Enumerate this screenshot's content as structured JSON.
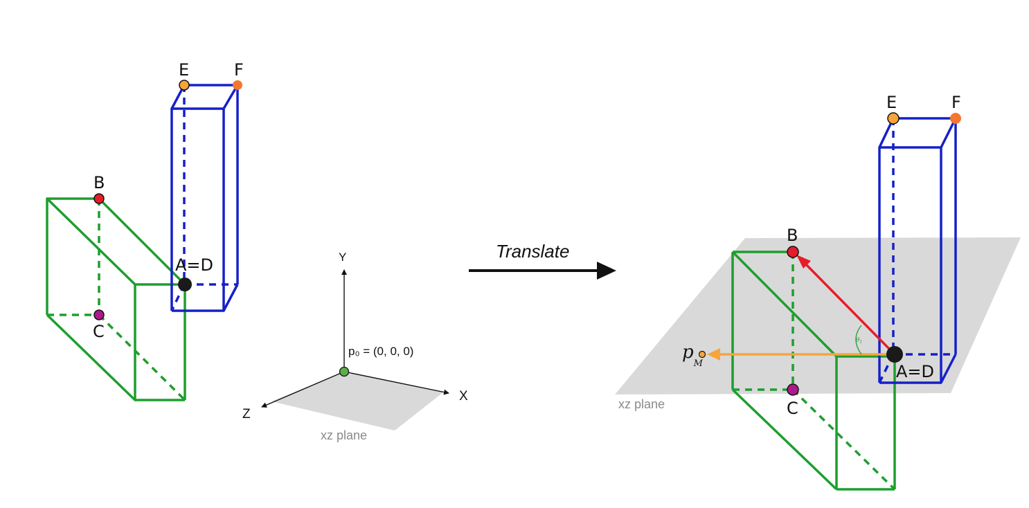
{
  "colors": {
    "green": "#1e9e2e",
    "blue": "#1520c8",
    "red": "#e51d2a",
    "orange_arrow": "#f7a43a",
    "point_E": "#f7a43a",
    "point_F": "#f5762e",
    "point_B": "#e51d2a",
    "point_C": "#b0198a",
    "point_AD": "#1a1a1a",
    "origin": "#5aae4a",
    "plane": "#d9d9d9"
  },
  "left_diagram": {
    "labels": {
      "E": "E",
      "F": "F",
      "B": "B",
      "C": "C",
      "AD": "A=D"
    }
  },
  "axes": {
    "y_label": "Y",
    "x_label": "X",
    "z_label": "Z",
    "origin_label": "p₀ = (0, 0, 0)",
    "plane_label": "xz plane"
  },
  "transition": {
    "label": "Translate"
  },
  "right_diagram": {
    "labels": {
      "E": "E",
      "F": "F",
      "B": "B",
      "C": "C",
      "AD": "A=D",
      "pM_main": "p",
      "pM_sub": "M",
      "theta_main": "θ",
      "theta_sub": "1"
    },
    "plane_label": "xz plane"
  }
}
